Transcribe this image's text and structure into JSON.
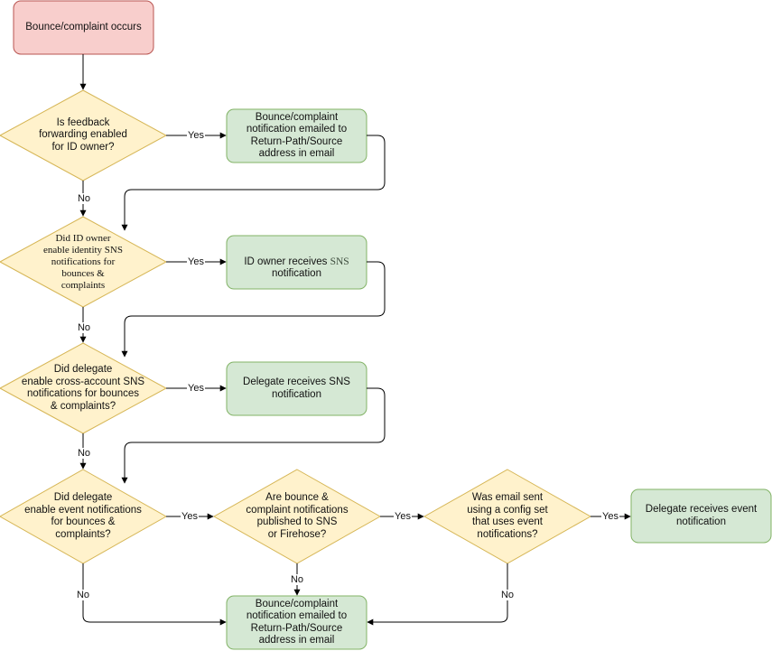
{
  "colors": {
    "start_fill": "#f8cecc",
    "start_stroke": "#b85450",
    "decision_fill": "#fff2cc",
    "decision_stroke": "#d6b656",
    "process_fill": "#d5e8d4",
    "process_stroke": "#82b366",
    "edge": "#000000"
  },
  "nodes": {
    "start": "Bounce/complaint occurs",
    "q_feedback": "Is feedback\nforwarding enabled\nfor ID owner?",
    "p_email_top": "Bounce/complaint\nnotification emailed to\nReturn-Path/Source\naddress in email",
    "q_identity_sns": "Did ID owner\nenable identity SNS\nnotifications for\nbounces &\ncomplaints",
    "p_owner_sns_prefix": "ID owner receives ",
    "p_owner_sns_suffix": "SNS",
    "p_owner_sns_line2": "notification",
    "q_cross_account": "Did delegate\nenable cross-account SNS\nnotifications for bounces\n& complaints?",
    "p_delegate_sns": "Delegate receives SNS\nnotification",
    "q_event": "Did delegate\nenable event notifications\nfor bounces &\ncomplaints?",
    "q_published": "Are bounce &\ncomplaint notifications\npublished to SNS\nor Firehose?",
    "q_config_set": "Was email sent\nusing a config set\nthat uses event\nnotifications?",
    "p_delegate_event": "Delegate receives event\nnotification",
    "p_email_bottom": "Bounce/complaint\nnotification emailed to\nReturn-Path/Source\naddress in email"
  },
  "edge_labels": {
    "yes_1": "Yes",
    "no_1": "No",
    "yes_2": "Yes",
    "no_2": "No",
    "yes_3": "Yes",
    "no_3": "No",
    "yes_4": "Yes",
    "yes_5": "Yes",
    "yes_6": "Yes",
    "no_4": "No",
    "no_5": "No",
    "no_6": "No"
  }
}
